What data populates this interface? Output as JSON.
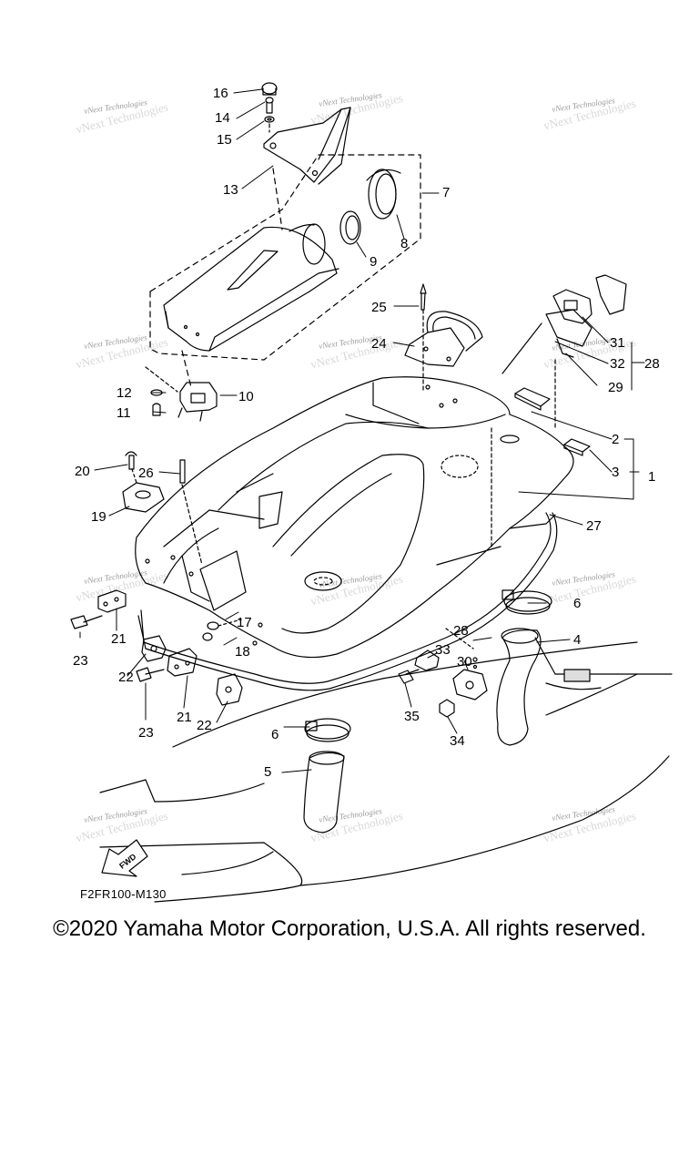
{
  "watermark": "vNext Technologies",
  "drawing_code": "F2FR100-M130",
  "fwd_label": "FWD",
  "copyright": "©2020 Yamaha Motor Corporation, U.S.A. All rights reserved.",
  "callouts": [
    "1",
    "2",
    "3",
    "4",
    "5",
    "6",
    "6",
    "7",
    "8",
    "9",
    "10",
    "11",
    "12",
    "13",
    "14",
    "15",
    "16",
    "17",
    "18",
    "19",
    "20",
    "21",
    "21",
    "22",
    "22",
    "23",
    "23",
    "24",
    "25",
    "26",
    "27",
    "28",
    "28",
    "29",
    "30",
    "31",
    "32",
    "33",
    "34",
    "35"
  ]
}
